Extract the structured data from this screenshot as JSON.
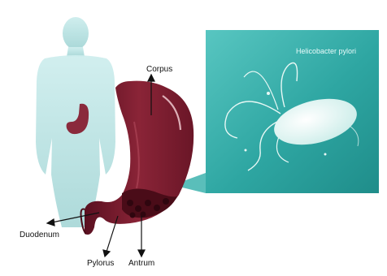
{
  "labels": {
    "corpus": "Corpus",
    "duodenum": "Duodenum",
    "pylorus": "Pylorus",
    "antrum": "Antrum",
    "bacterium": "Helicobacter pylori"
  },
  "colors": {
    "body_silhouette": "#bfe3e3",
    "stomach_dark": "#6e1a2a",
    "stomach_mid": "#8c2638",
    "stomach_light": "#b24a5c",
    "panel_teal": "#2ea6a2",
    "panel_teal_light": "#5cc7c2",
    "bacterium": "#e8f8f5",
    "arrow": "#111111"
  },
  "icons": {
    "human": "human-silhouette-icon",
    "stomach": "stomach-icon",
    "bacterium": "helicobacter-bacterium-icon"
  }
}
